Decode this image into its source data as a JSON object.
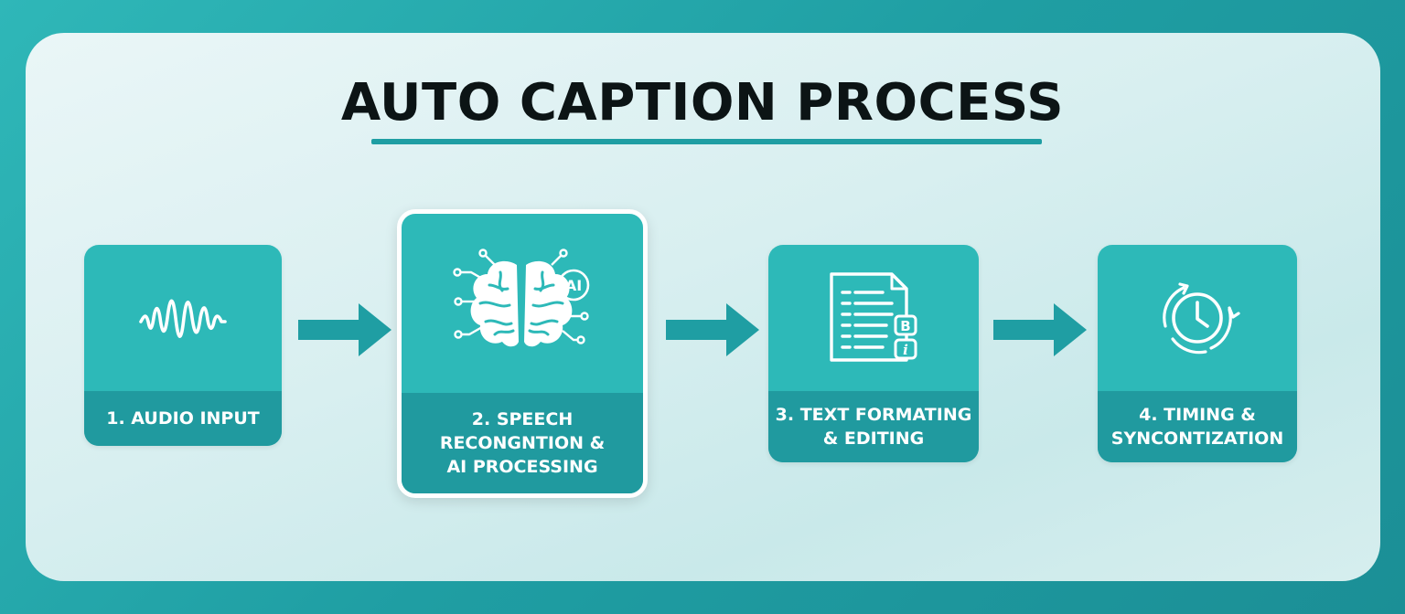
{
  "title": "AUTO CAPTION PROCESS",
  "colors": {
    "frame": "#1f9ea3",
    "card": "#2db9b8",
    "card_label": "#209a9f",
    "arrow": "#1f9ea3",
    "title": "#0c1415"
  },
  "steps": [
    {
      "icon": "sound-wave-icon",
      "lines": [
        "1. AUDIO INPUT"
      ]
    },
    {
      "icon": "ai-brain-icon",
      "badge": "AI",
      "lines": [
        "2. SPEECH",
        "RECONGNTION &",
        "AI PROCESSING"
      ]
    },
    {
      "icon": "document-format-icon",
      "badge_bold": "B",
      "badge_italic": "i",
      "lines": [
        "3. TEXT FORMATING",
        "& EDITING"
      ]
    },
    {
      "icon": "clock-sync-icon",
      "lines": [
        "4. TIMING &",
        "SYNCONTIZATION"
      ]
    }
  ]
}
